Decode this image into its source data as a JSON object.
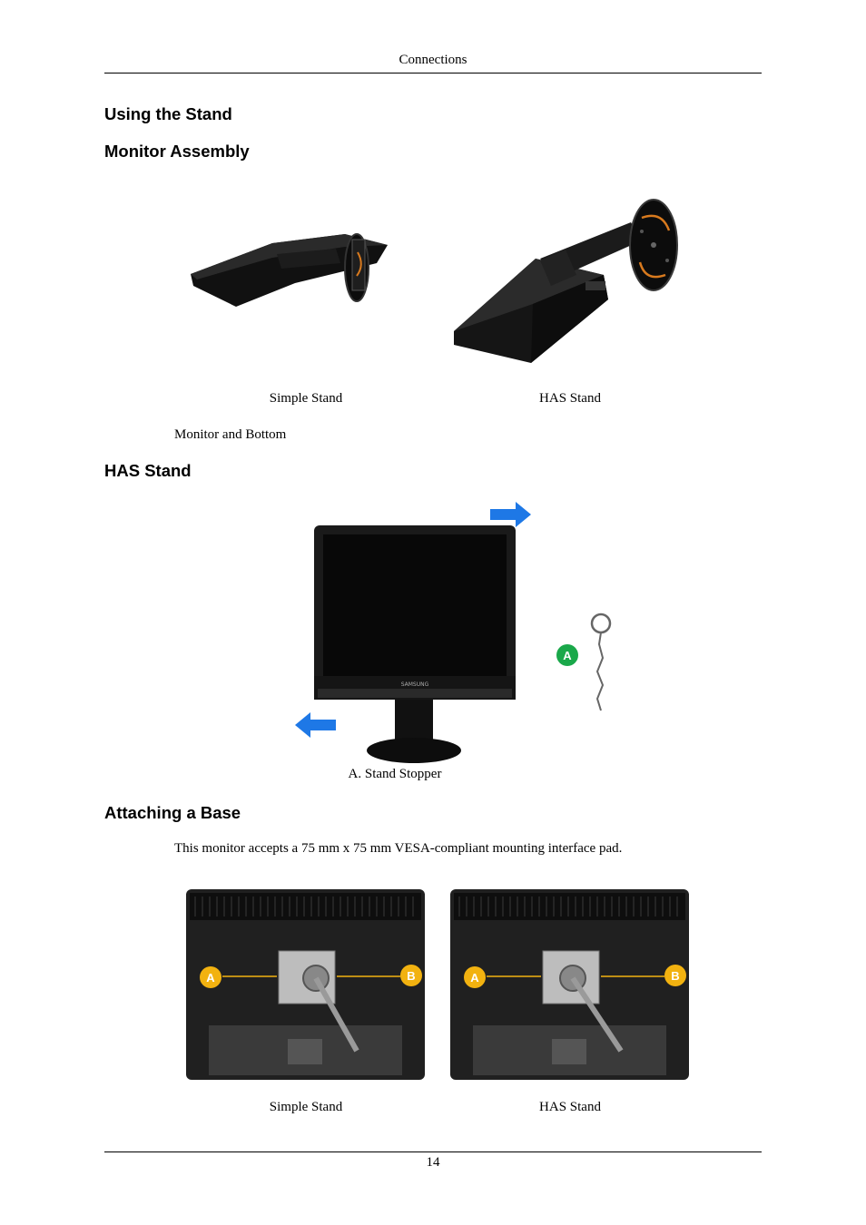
{
  "header": {
    "title": "Connections"
  },
  "sections": {
    "using_stand": "Using the Stand",
    "monitor_assembly": "Monitor Assembly",
    "has_stand": "HAS Stand",
    "attaching_base": "Attaching a Base"
  },
  "assembly": {
    "caption_left": "Simple Stand",
    "caption_right": "HAS Stand",
    "note": "Monitor and Bottom"
  },
  "has_figure": {
    "brand": "SAMSUNG",
    "marker": "A",
    "caption": "A. Stand Stopper"
  },
  "attaching": {
    "paragraph": "This monitor accepts a 75 mm x 75 mm VESA-compliant mounting interface pad.",
    "marker_a": "A",
    "marker_b": "B",
    "caption_left": "Simple Stand",
    "caption_right": "HAS Stand"
  },
  "footer": {
    "page_number": "14"
  },
  "colors": {
    "arrow_blue": "#1e78e6",
    "marker_green": "#1aa84a",
    "marker_gold": "#f2b210",
    "rotate_orange": "#d87a1e"
  }
}
